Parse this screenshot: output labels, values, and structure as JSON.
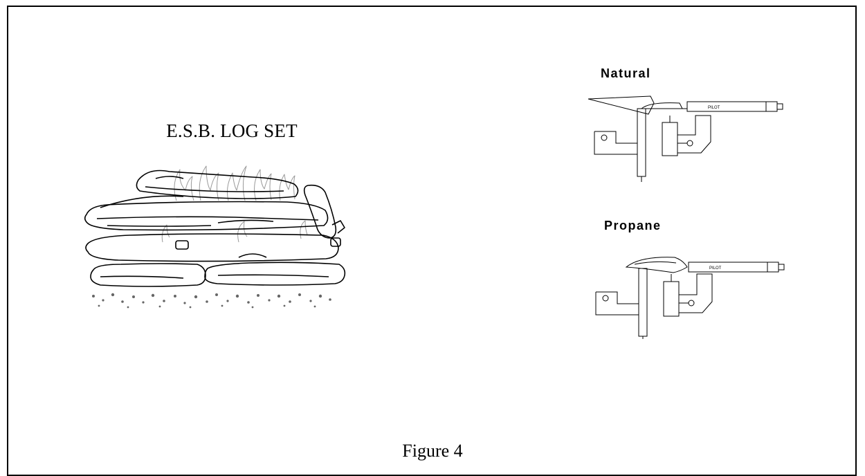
{
  "logset": {
    "title": "E.S.B. LOG SET"
  },
  "valves": {
    "natural": {
      "label": "Natural",
      "pilot_tag": "PILOT"
    },
    "propane": {
      "label": "Propane",
      "pilot_tag": "PILOT"
    }
  },
  "caption": "Figure 4",
  "colors": {
    "line": "#000000",
    "background": "#ffffff",
    "flame": "#999999"
  },
  "icons": [
    "log-set-illustration",
    "natural-gas-pilot-valve",
    "propane-pilot-valve"
  ]
}
